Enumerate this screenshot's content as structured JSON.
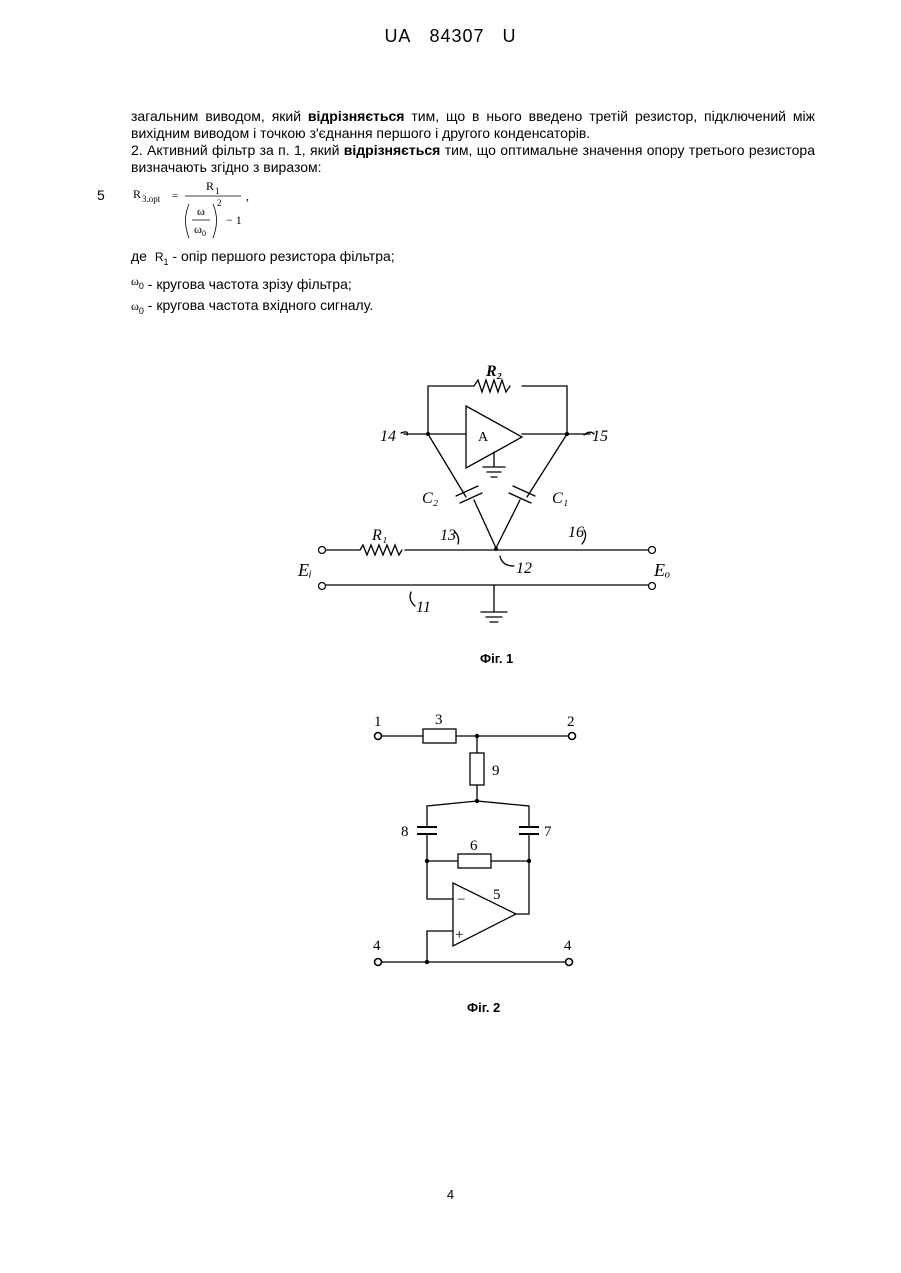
{
  "header": {
    "country": "UA",
    "number": "84307",
    "kind": "U"
  },
  "claims": {
    "p1_a": "загальним виводом, який ",
    "p1_bold": "відрізняється",
    "p1_b": " тим, що в нього введено третій резистор, підключений між вихідним виводом і точкою з'єднання першого і другого конденсаторів.",
    "p2_a": "2. Активний фільтр за п. 1, який ",
    "p2_bold": "відрізняється",
    "p2_b": " тим, що оптимальне значення опору третього резистора визначають згідно з виразом:"
  },
  "formula": {
    "line_number": "5",
    "lhs": "R",
    "lhs_sub": "3.opt",
    "eq": "=",
    "numerator": "R",
    "numerator_sub": "1",
    "omega": "ω",
    "omega0": "ω",
    "omega0_sub": "0",
    "power": "2",
    "minus_one": "− 1",
    "comma": ","
  },
  "definitions": [
    {
      "prefix": "де",
      "symbol": "R",
      "sub": "1",
      "text": " - опір першого резистора фільтра;"
    },
    {
      "prefix": "",
      "symbol": "ω",
      "sub": "0",
      "text": " - кругова частота зрізу фільтра;"
    },
    {
      "prefix": "",
      "symbol": "ω",
      "sub": "0",
      "text": " - кругова частота вхідного сигналу."
    }
  ],
  "fig1": {
    "caption": "Фіг. 1",
    "labels": {
      "r2": "R₂",
      "amp": "A",
      "n14": "14",
      "n15": "15",
      "c2": "C₂",
      "c1": "C₁",
      "r1": "R₁",
      "n13": "13",
      "n16": "16",
      "ei": "Eᵢ",
      "eo": "Eₒ",
      "n12": "12",
      "n11": "11"
    }
  },
  "fig2": {
    "caption": "Фіг. 2",
    "labels": {
      "t1": "1",
      "r3": "3",
      "t2": "2",
      "r9": "9",
      "c8": "8",
      "c7": "7",
      "r6": "6",
      "amp5": "5",
      "minus": "−",
      "plus": "+",
      "t4a": "4",
      "t4b": "4"
    }
  },
  "footer": {
    "page": "4"
  }
}
